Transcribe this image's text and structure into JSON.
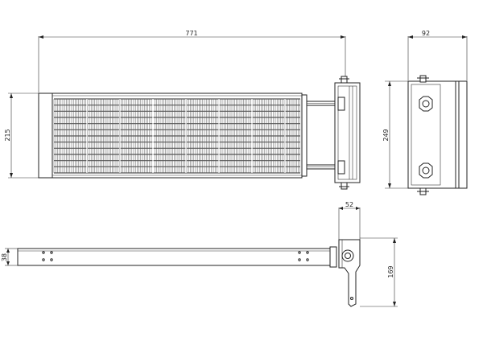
{
  "dimensions": {
    "overall_length": "771",
    "side_width": "92",
    "front_height": "215",
    "side_height": "249",
    "bracket_offset": "52",
    "bar_height": "38",
    "bracket_height": "169"
  },
  "colors": {
    "line": "#222222",
    "fin": "#555555",
    "background": "#ffffff"
  }
}
